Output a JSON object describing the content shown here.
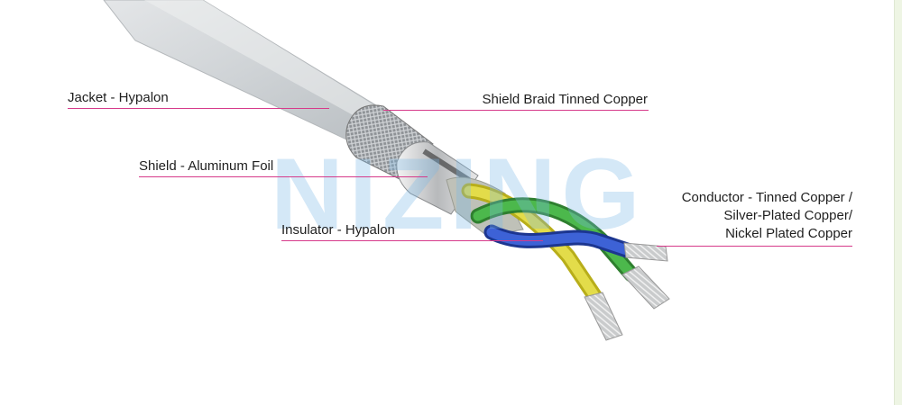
{
  "watermark": {
    "text": "NIZING"
  },
  "labels": {
    "jacket": "Jacket -  Hypalon",
    "shield_braid": "Shield  Braid Tinned Copper",
    "shield_foil": "Shield - Aluminum Foil",
    "insulator": "Insulator -  Hypalon",
    "conductor_line1": "Conductor - Tinned Copper /",
    "conductor_line2": "Silver-Plated Copper/",
    "conductor_line3": "Nickel Plated Copper"
  },
  "colors": {
    "leader_line": "#d63a8a",
    "jacket": "#cfd3d6",
    "wire_green": "#3aa63a",
    "wire_blue": "#2b4fc0",
    "wire_yellow": "#d8d034",
    "watermark": "#78b9e6"
  }
}
